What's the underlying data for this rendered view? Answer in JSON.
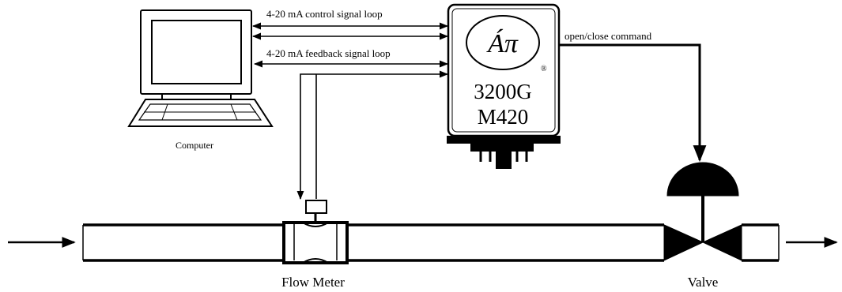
{
  "labels": {
    "control_loop": "4-20 mA control signal loop",
    "feedback_loop": "4-20 mA feedback signal loop",
    "command": "open/close command",
    "computer": "Computer",
    "flow_meter": "Flow Meter",
    "valve": "Valve"
  },
  "device": {
    "model_line1": "3200G",
    "model_line2": "M420",
    "logo_text": "Áπ",
    "registered_mark": "®"
  },
  "colors": {
    "ink": "#000000",
    "panel": "#ffffff",
    "device_body": "#ffffff"
  }
}
